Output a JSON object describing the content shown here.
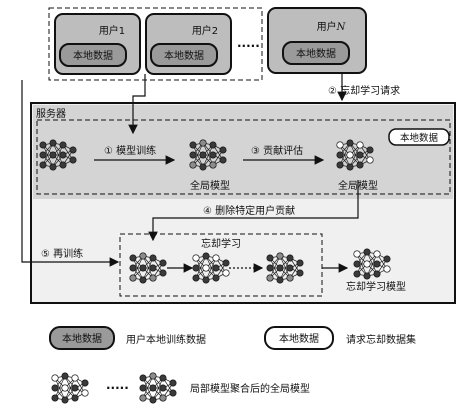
{
  "users": {
    "user1": "用户1",
    "user2": "用户2",
    "userN_prefix": "用户",
    "userN_var": "N",
    "local_data": "本地数据",
    "ellipsis": "·····"
  },
  "steps": {
    "s2": "② 忘却学习请求",
    "s1": "① 模型训练",
    "s3": "③ 贡献评估",
    "s4": "④ 删除特定用户贡献",
    "s5": "⑤ 再训练"
  },
  "server": {
    "title": "服务器",
    "global_model": "全局模型",
    "local_data_badge": "本地数据",
    "unlearning": "忘却学习",
    "unlearned_model": "忘却学习模型"
  },
  "legend": {
    "local_data_box": "本地数据",
    "user_local_training_data": "用户本地训练数据",
    "request_box": "本地数据",
    "request_unlearning_dataset": "请求忘却数据集",
    "aggregated_global_model": "局部模型聚合后的全局模型",
    "dots": "·····"
  },
  "colors": {
    "node_dark": "#3a3a3a",
    "node_gray": "#8c8c8c",
    "server_upper_bg": "#d4d4d4",
    "server_lower_bg": "#f0f0f0",
    "user_box_bg": "#bdbdbd"
  }
}
